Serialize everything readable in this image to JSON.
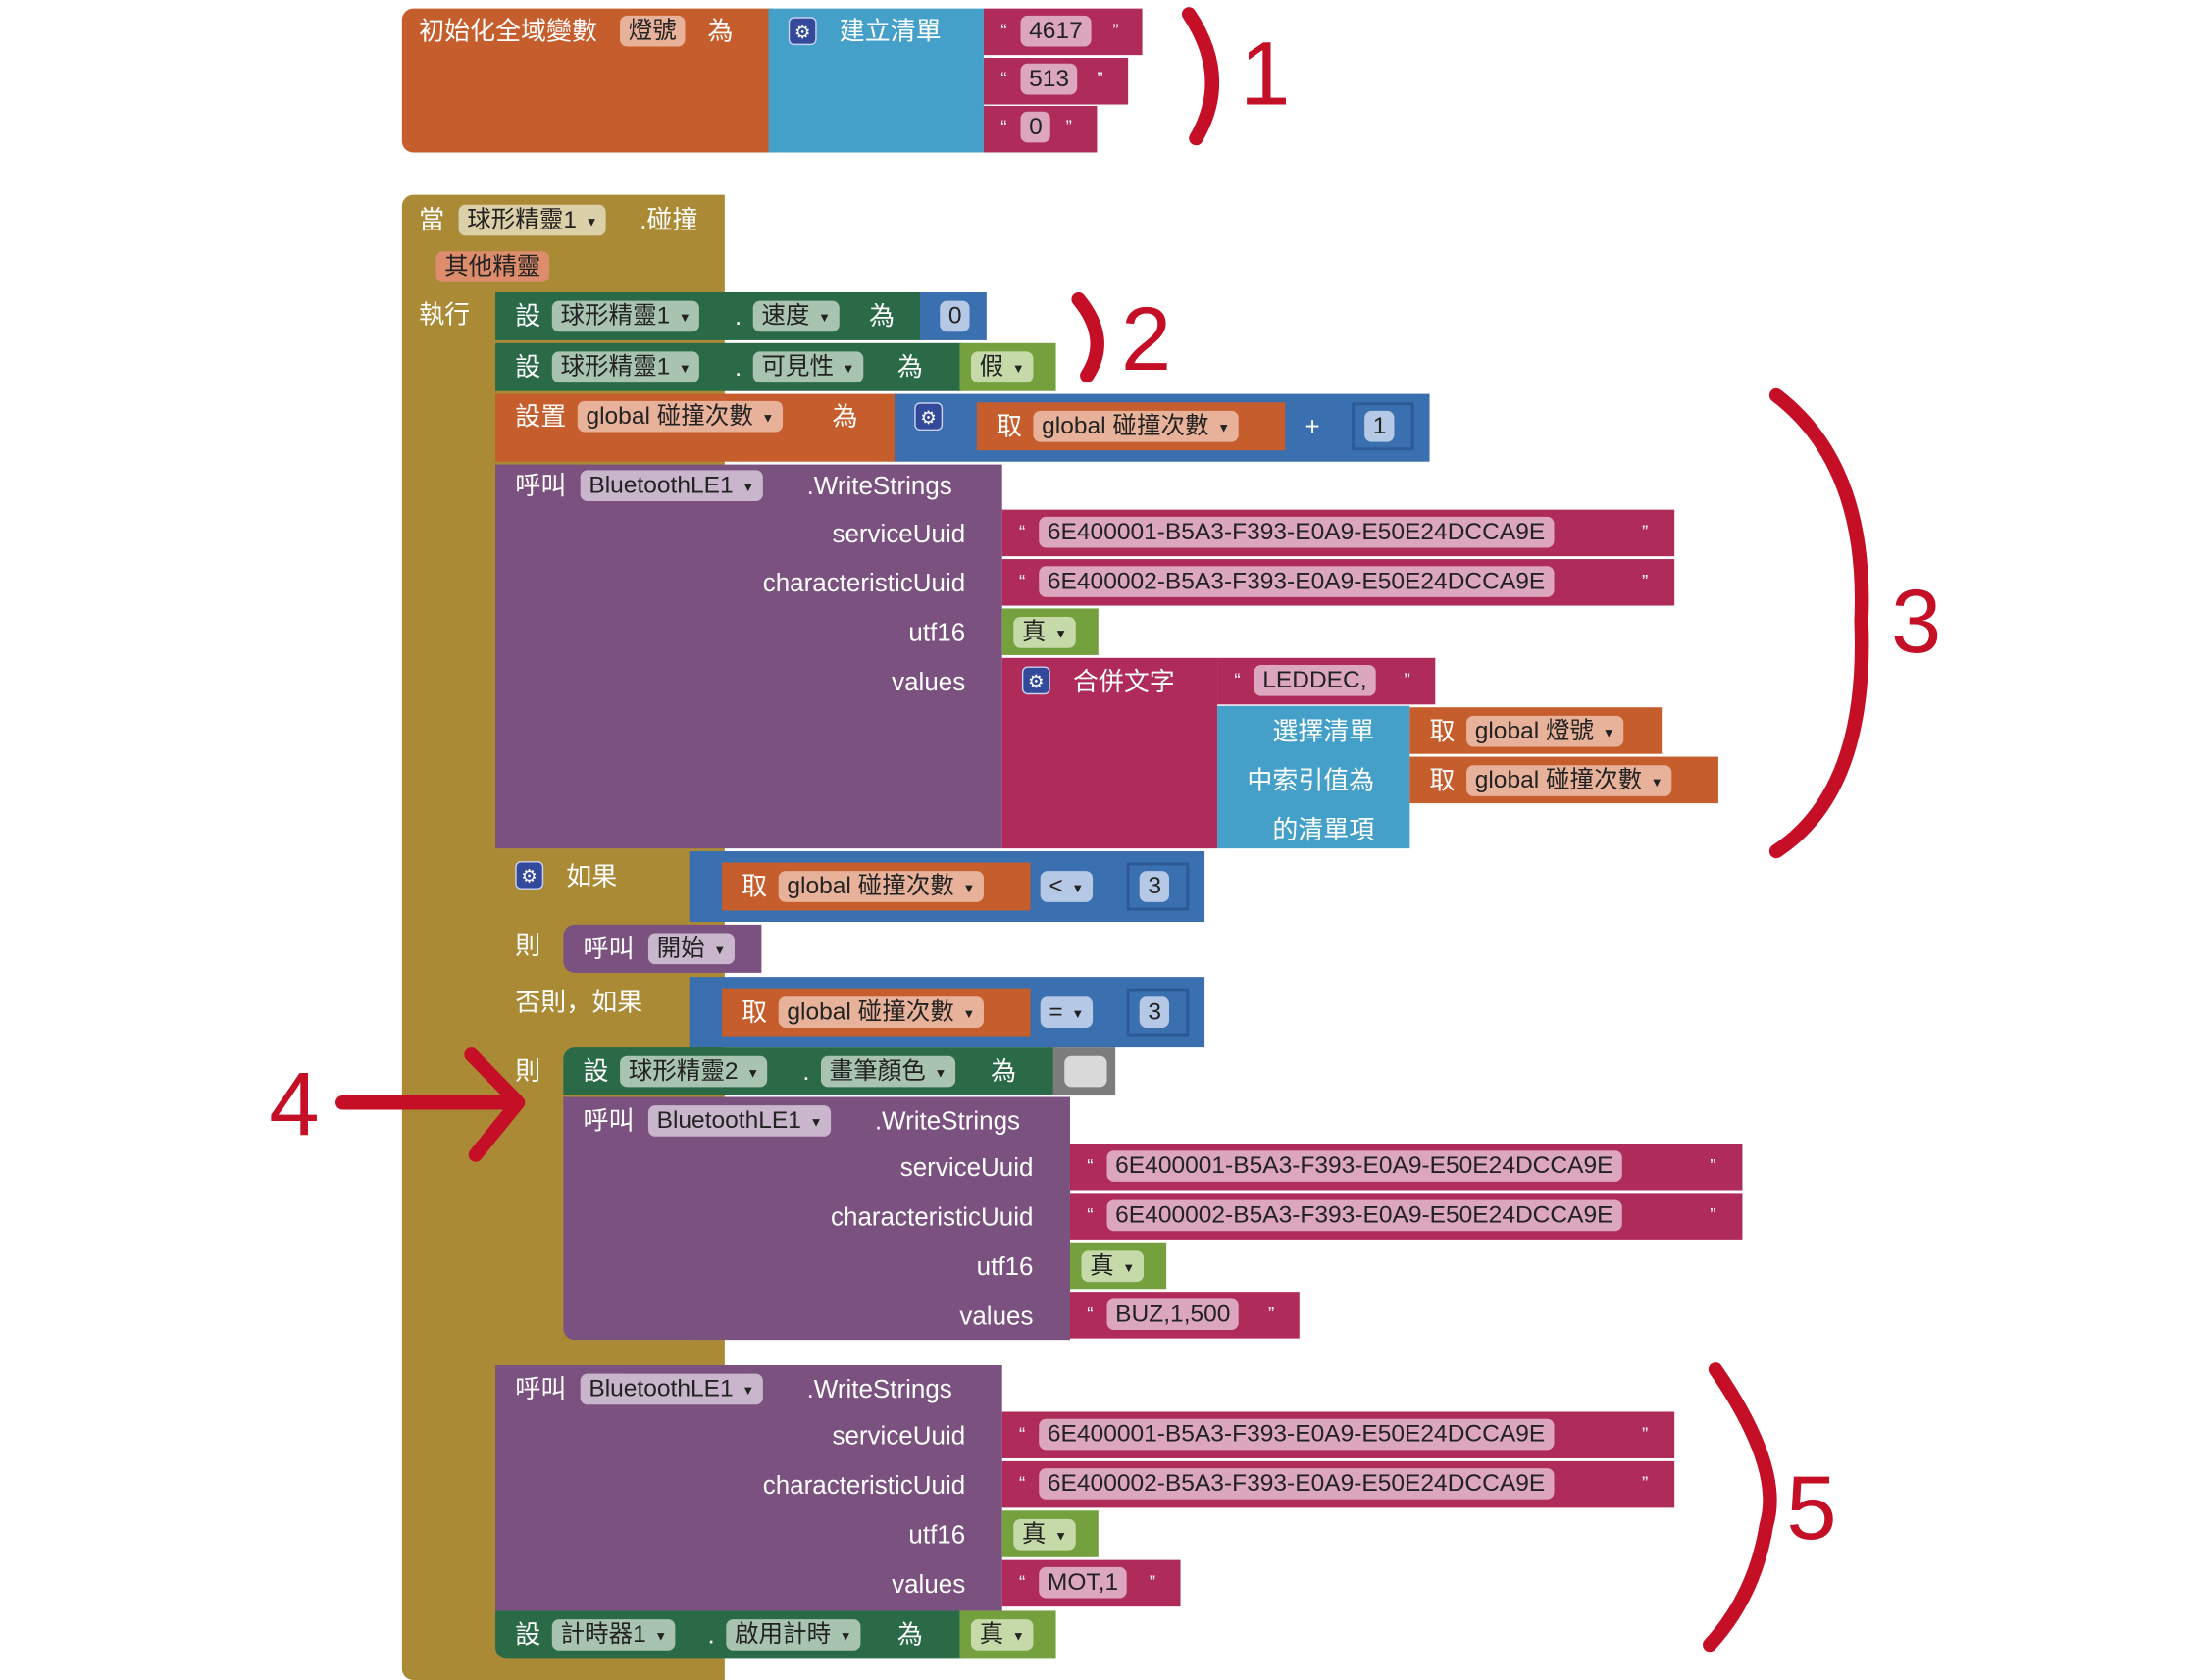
{
  "colors": {
    "annotation": "#c40f26",
    "event": "#ab8a36",
    "procedure": "#7a517f",
    "text": "#ae2b5a",
    "list": "#44a0c8",
    "variable": "#c65d2d",
    "component_set": "#2a6a47",
    "logic": "#74a03e",
    "math": "#3a6fb0"
  },
  "init_block": {
    "label": "初始化全域變數",
    "var_name": "燈號",
    "as": "為",
    "make_list": "建立清單",
    "items": [
      "4617",
      "513",
      "0"
    ]
  },
  "event_block": {
    "when": "當",
    "component": "球形精靈1",
    "event": ".碰撞",
    "param": "其他精靈",
    "do": "執行"
  },
  "set_speed": {
    "set": "設",
    "component": "球形精靈1",
    "dot": ".",
    "prop": "速度",
    "as": "為",
    "value": "0"
  },
  "set_visible": {
    "set": "設",
    "component": "球形精靈1",
    "dot": ".",
    "prop": "可見性",
    "as": "為",
    "value": "假"
  },
  "set_count": {
    "set": "設置",
    "var": "global 碰撞次數",
    "as": "為",
    "get": "取",
    "get_var": "global 碰撞次數",
    "op": "+",
    "value": "1"
  },
  "write1": {
    "call": "呼叫",
    "component": "BluetoothLE1",
    "method": ".WriteStrings",
    "service_label": "serviceUuid",
    "service": "6E400001-B5A3-F393-E0A9-E50E24DCCA9E",
    "char_label": "characteristicUuid",
    "char": "6E400002-B5A3-F393-E0A9-E50E24DCCA9E",
    "utf16_label": "utf16",
    "utf16": "真",
    "values_label": "values",
    "join": "合併文字",
    "str": "LEDDEC,",
    "select1": "選擇清單",
    "select2": "中索引值為",
    "select3": "的清單項",
    "get": "取",
    "list_var": "global 燈號",
    "index_var": "global 碰撞次數"
  },
  "if_block": {
    "if": "如果",
    "get": "取",
    "var": "global 碰撞次數",
    "op1": "<",
    "val1": "3",
    "then": "則",
    "call": "呼叫",
    "proc": "開始",
    "elseif": "否則，如果",
    "op2": "=",
    "val2": "3"
  },
  "set_color": {
    "set": "設",
    "component": "球形精靈2",
    "dot": ".",
    "prop": "畫筆顏色",
    "as": "為"
  },
  "write2": {
    "call": "呼叫",
    "component": "BluetoothLE1",
    "method": ".WriteStrings",
    "service_label": "serviceUuid",
    "service": "6E400001-B5A3-F393-E0A9-E50E24DCCA9E",
    "char_label": "characteristicUuid",
    "char": "6E400002-B5A3-F393-E0A9-E50E24DCCA9E",
    "utf16_label": "utf16",
    "utf16": "真",
    "values_label": "values",
    "values": "BUZ,1,500"
  },
  "write3": {
    "call": "呼叫",
    "component": "BluetoothLE1",
    "method": ".WriteStrings",
    "service_label": "serviceUuid",
    "service": "6E400001-B5A3-F393-E0A9-E50E24DCCA9E",
    "char_label": "characteristicUuid",
    "char": "6E400002-B5A3-F393-E0A9-E50E24DCCA9E",
    "utf16_label": "utf16",
    "utf16": "真",
    "values_label": "values",
    "values": "MOT,1"
  },
  "set_timer": {
    "set": "設",
    "component": "計時器1",
    "dot": ".",
    "prop": "啟用計時",
    "as": "為",
    "value": "真"
  },
  "annotations": [
    "1",
    "2",
    "3",
    "4",
    "5"
  ],
  "icons": {
    "gear": "gear-icon",
    "dropdown": "dropdown-arrow-icon",
    "quote_open": "“",
    "quote_close": "”",
    "arrow": "arrow-right-icon"
  }
}
